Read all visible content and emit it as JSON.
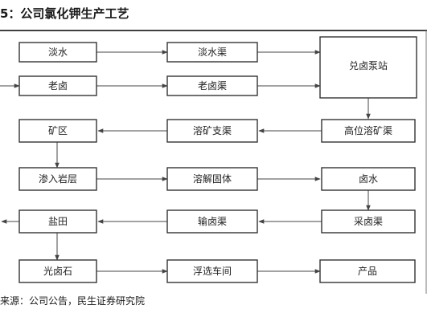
{
  "header": {
    "title": "5：公司氯化钾生产工艺"
  },
  "footer": {
    "source": "来源：公司公告，民生证券研究院"
  },
  "diagram": {
    "nodes": {
      "n1": "淡水",
      "n2": "淡水渠",
      "n3": "兑卤泵站",
      "n4": "老卤",
      "n5": "老卤渠",
      "n6": "矿区",
      "n7": "溶矿支渠",
      "n8": "高位溶矿渠",
      "n9": "渗入岩层",
      "n10": "溶解固体",
      "n11": "卤水",
      "n12": "盐田",
      "n13": "输卤渠",
      "n14": "采卤渠",
      "n15": "光卤石",
      "n16": "浮选车间",
      "n17": "产品"
    }
  }
}
